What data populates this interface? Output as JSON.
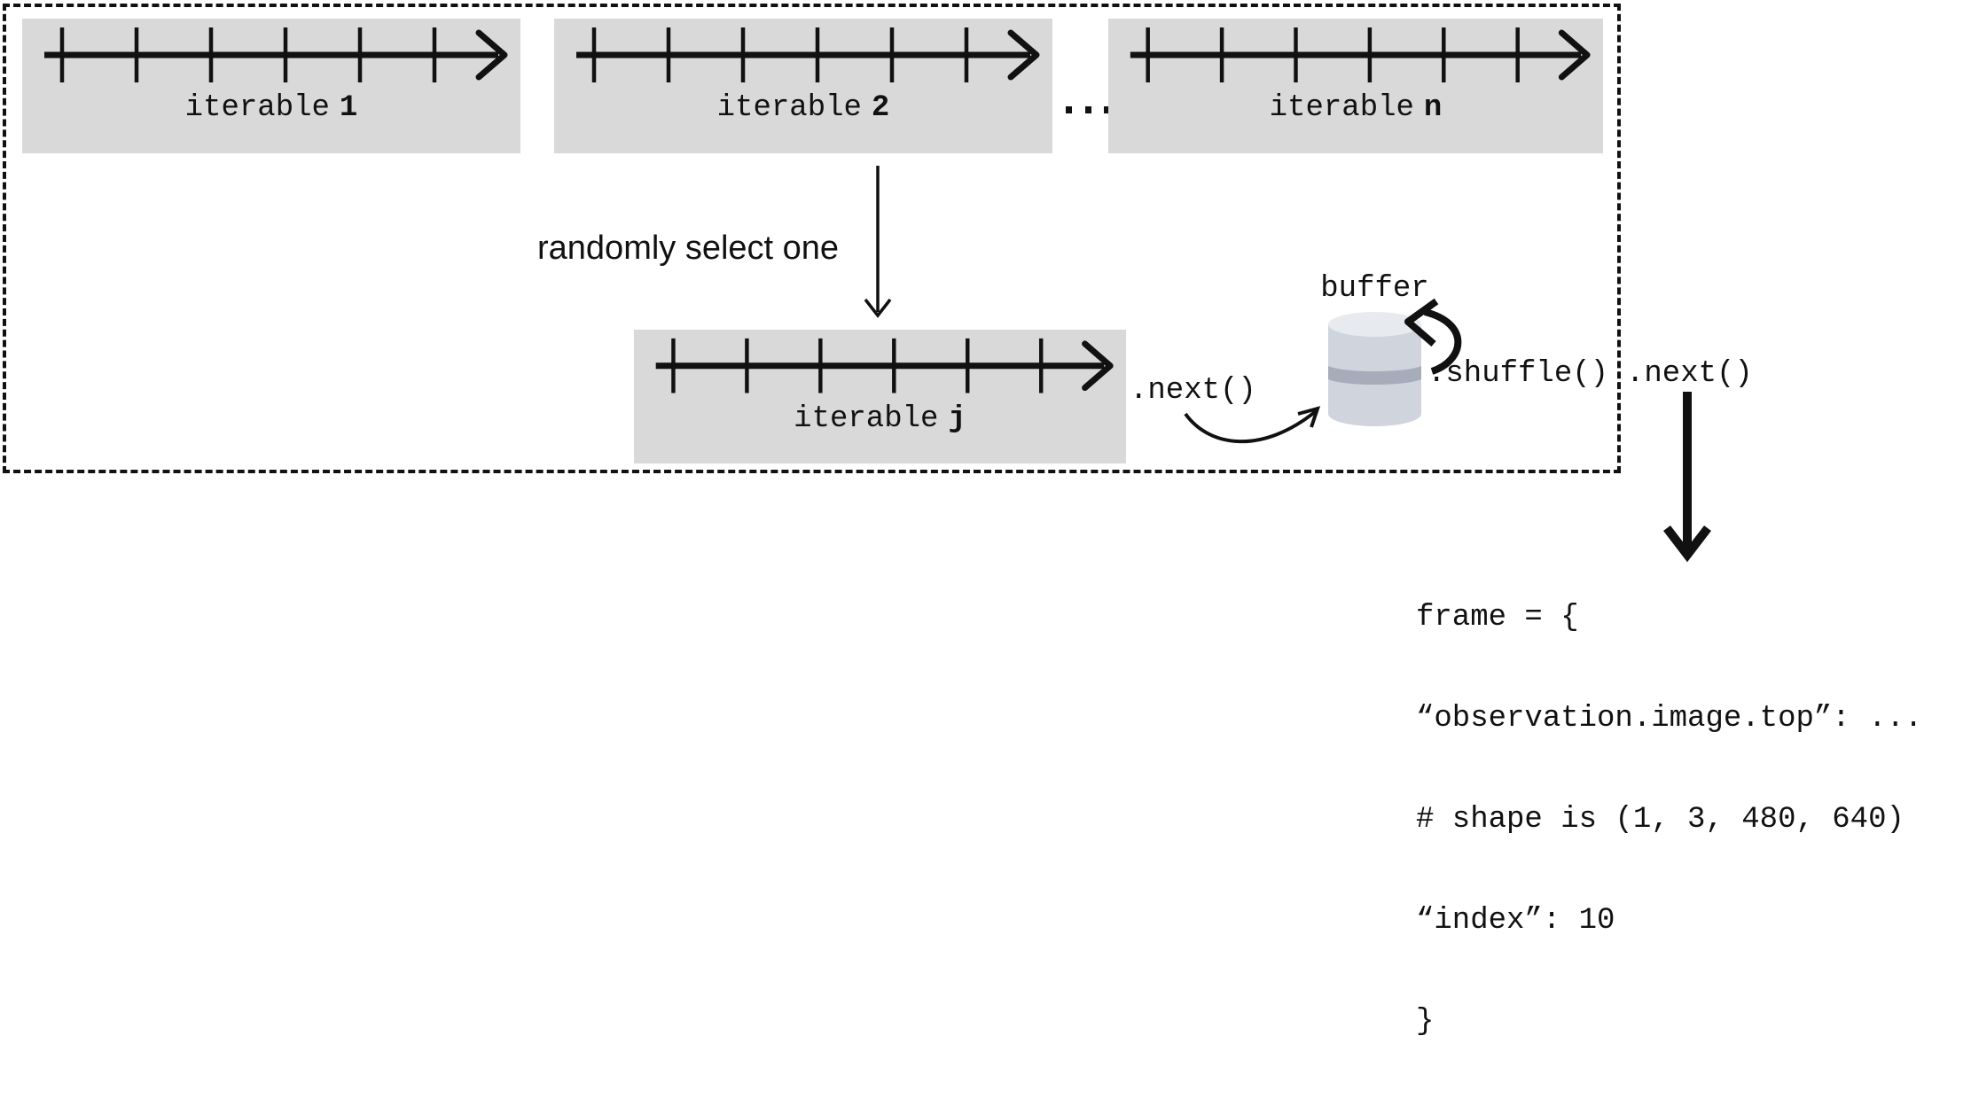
{
  "diagram": {
    "iterables": [
      {
        "name": "iterable",
        "id": "1"
      },
      {
        "name": "iterable",
        "id": "2"
      },
      {
        "name": "iterable",
        "id": "n"
      }
    ],
    "ellipsis": "...",
    "selected_iterable": {
      "name": "iterable",
      "id": "j"
    },
    "random_select_label": "randomly select one",
    "next_label_1": ".next()",
    "buffer_label": "buffer",
    "shuffle_label": ".shuffle()",
    "next_label_2": ".next()",
    "code_lines": [
      "frame = {",
      "“observation.image.top”: ...",
      "# shape is (1, 3, 480, 640)",
      "“index”: 10",
      "}"
    ],
    "colors": {
      "box_fill": "#d9d9d9",
      "ink": "#111111",
      "cylinder_body": "#cfd4dd",
      "cylinder_top": "#e7eaef",
      "cylinder_band": "#a6acba"
    }
  }
}
